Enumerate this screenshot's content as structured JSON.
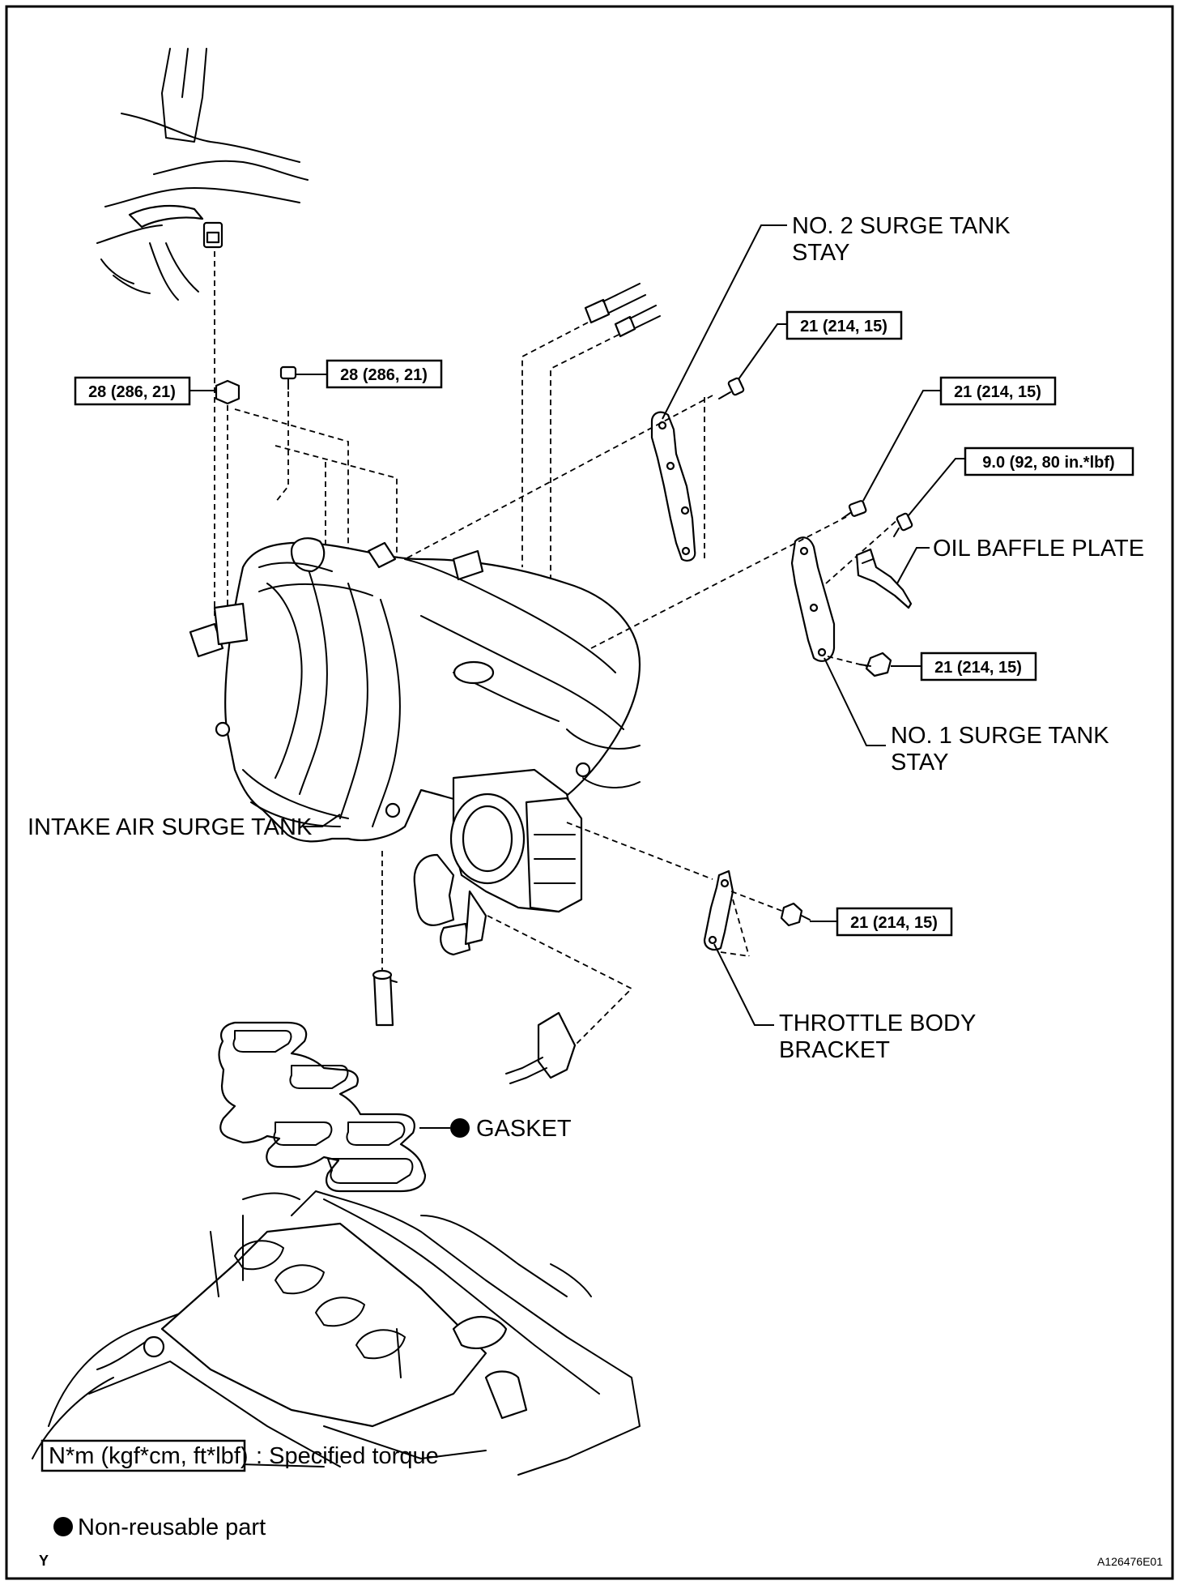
{
  "labels": {
    "no2_stay_line1": "NO. 2 SURGE TANK",
    "no2_stay_line2": "STAY",
    "oil_baffle_plate": "OIL BAFFLE PLATE",
    "no1_stay_line1": "NO. 1 SURGE TANK",
    "no1_stay_line2": "STAY",
    "intake_air_surge_tank": "INTAKE AIR SURGE TANK",
    "throttle_body_bracket_line1": "THROTTLE BODY",
    "throttle_body_bracket_line2": "BRACKET",
    "gasket": "GASKET"
  },
  "torques": {
    "nut_left": "28 (286, 21)",
    "bolt_left": "28 (286, 21)",
    "stay2_bolt": "21 (214, 15)",
    "stay1_upper_bolt": "21 (214, 15)",
    "baffle_bolt": "9.0 (92, 80 in.*lbf)",
    "stay1_lower_bolt": "21 (214, 15)",
    "bracket_bolt": "21 (214, 15)"
  },
  "legend": {
    "torque_unit": "N*m (kgf*cm, ft*lbf)",
    "torque_desc": ": Specified torque",
    "nonreusable_desc": "Non-reusable part"
  },
  "corner_code": "Y",
  "figure_id": "A126476E01",
  "colors": {
    "ink": "#000000",
    "paper": "#ffffff"
  }
}
